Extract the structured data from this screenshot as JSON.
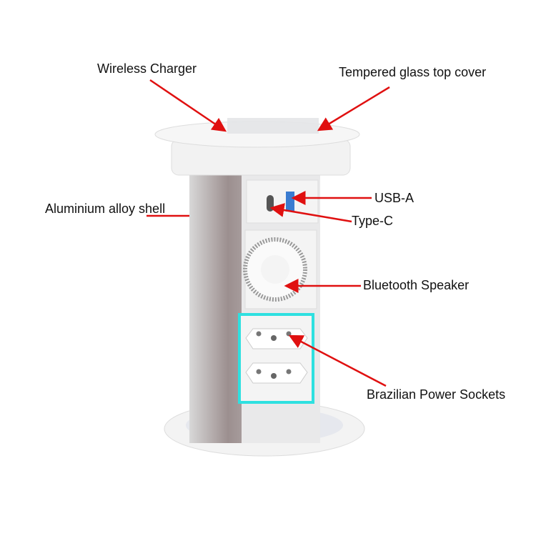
{
  "labels": {
    "wireless_charger": "Wireless Charger",
    "glass_cover": "Tempered glass top cover",
    "aluminium_shell": "Aluminium alloy shell",
    "usb_a": "USB-A",
    "type_c": "Type-C",
    "bluetooth_speaker": "Bluetooth Speaker",
    "power_sockets": "Brazilian Power Sockets"
  },
  "colors": {
    "arrow": "#e01010",
    "highlight": "#2ee0e0",
    "shell": "#b9b5b5",
    "white_plastic": "#f0f0f0"
  }
}
